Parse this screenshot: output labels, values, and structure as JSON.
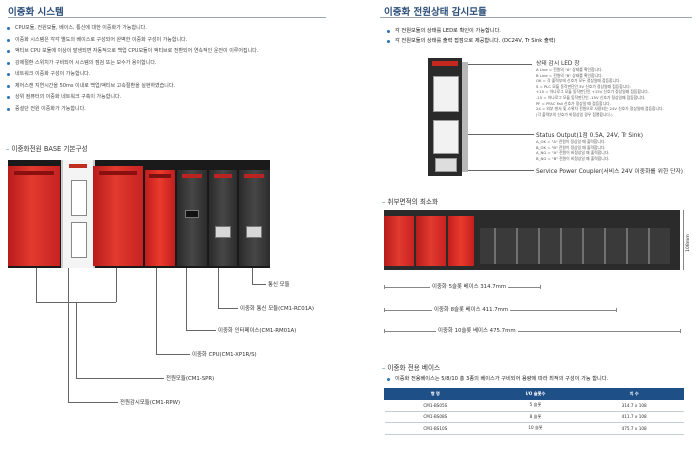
{
  "left": {
    "title": "이중화 시스템",
    "bullets": [
      "CPU모듈, 전원모듈, 베이스, 통신에 대한 이중화가 가능합니다.",
      "이중화 시스템은 각각 별도의 베이스로 구성되어 완벽한 이중화 구성이 가능합니다.",
      "액티브 CPU 모듈에 이상이 발생되면 자동적으로 백업 CPU모듈이 액티브로 전환되어 연속적인 운전이 이루어집니다.",
      "강제절환 스위치가 구비되어 시스템의 점검 또는 보수가 용이합니다.",
      "네트워크 이중화 구성이 가능합니다.",
      "제어스캔 지연시간을 50ms 이내로 백업/액티브 고속절환을 실현하였습니다.",
      "상위 컴퓨터의 이중화 네트워크 구축이 가능합니다.",
      "증설단 전원 이중화가 가능합니다."
    ],
    "base_title": "이중화전원 BASE 기본구성",
    "callouts": [
      "통신 모듈",
      "이중화 통신 모듈(CM1-RC01A)",
      "이중화 인터페이스(CM1-RM01A)",
      "이중화 CPU(CM1-XP1R/S)",
      "전원모듈(CM1-SPR)",
      "전원감시모듈(CM1-RPW)"
    ]
  },
  "right": {
    "title": "이중화 전원상태 감시모듈",
    "bullets": [
      "각 전원모듈의 상태를 LED로 확인이 가능합니다.",
      "각 전원모듈의 상태를 출력 접점으로 제공합니다. (DC24V, Tr Sink 출력)"
    ],
    "led_title": "상태 감시 LED 창",
    "led_notes": [
      "A Line = 전원의 \"A\" 상태를 확인합니다.",
      "B Line = 전원의 \"B\" 상태를 확인합니다.",
      "OK = 각 출력부에 신호가 모두 정상일때 점등합니다.",
      "S = PLC 모듈 동작판단인 5V 신호가 정상일때 점등합니다.",
      "+15 = 아나로그 모듈 동작판단인 +15V 신호가 정상일때 점등합니다.",
      "-15 = 아나로그 모듈 동작판단인 -15V 신호가 정상일때 점등합니다.",
      "PF = PFAC Fail 신호가 정상일 때 점등합니다.",
      "24 = 외부 센서 및 스위치 전원으로 사용되는 24V 신호가 정상일때 점등합니다.",
      "(각 출력부의 신호가 비정상일 경우 점멸합니다.)"
    ],
    "status_title": "Status Output(1점 0.5A, 24V, Tr Sink)",
    "status_notes": [
      "A_OK = \"A\" 전원이 정상일 때 출력합니다.",
      "B_OK = \"B\" 전원이 정상일 때 출력합니다.",
      "A_NG = \"A\" 전원이 비정상일 때 출력합니다.",
      "B_NG = \"B\" 전원이 비정상일 때 출력합니다."
    ],
    "coupler_label": "Service Power Coupler(서비스 24V 이중화를 위한 단자)",
    "mount_title": "취부면적의 최소화",
    "height_label": "108mm",
    "dims": [
      "이중화 5슬롯 베이스 314.7mm",
      "이중화 8슬롯 베이스 411.7mm",
      "이중화 10슬롯 베이스 475.7mm"
    ],
    "base_only_title": "이중화 전용 베이스",
    "base_only_bullet": "이중화 전용베이스는 5/8/10 총 3종의 베이스가 구비되어 용량에 따라 최적의 구성이 가능 합니다.",
    "table": {
      "headers": [
        "형 명",
        "I/O 슬롯수",
        "치 수"
      ],
      "rows": [
        [
          "CM1-BS05S",
          "5 슬롯",
          "314.7 x 108"
        ],
        [
          "CM1-BS08S",
          "8 슬롯",
          "411.7 x 108"
        ],
        [
          "CM1-BS10S",
          "10 슬롯",
          "475.7 x 108"
        ]
      ]
    }
  },
  "colors": {
    "accent": "#2a4d78",
    "red_module": "#d42a22",
    "header_blue": "#1f4f87"
  }
}
